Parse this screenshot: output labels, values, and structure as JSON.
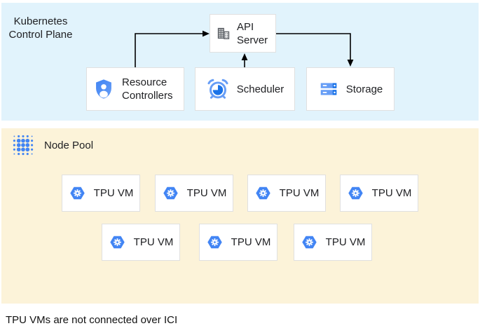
{
  "page": {
    "caption": "TPU VMs are not connected over ICI"
  },
  "colors": {
    "control_plane_background": "#e1f3fc",
    "node_pool_background": "#fcf3d9",
    "box_border": "#e0e0e0",
    "google_blue": "#4285f4",
    "google_blue_dark": "#1a73e8",
    "google_blue_light": "#669df6",
    "icon_gray": "#5f6368",
    "arrow": "#000000",
    "text": "#202124"
  },
  "control_plane": {
    "label": "Kubernetes Control Plane",
    "boxes": [
      {
        "id": "api-server",
        "label": "API Server",
        "icon": "building-icon"
      },
      {
        "id": "resource-controllers",
        "label": "Resource Controllers",
        "icon": "shield-user-icon"
      },
      {
        "id": "scheduler",
        "label": "Scheduler",
        "icon": "alarm-clock-icon"
      },
      {
        "id": "storage",
        "label": "Storage",
        "icon": "server-stack-icon"
      }
    ],
    "edges": [
      {
        "from": "resource-controllers",
        "to": "api-server"
      },
      {
        "from": "scheduler",
        "to": "api-server"
      },
      {
        "from": "api-server",
        "to": "storage"
      }
    ]
  },
  "node_pool": {
    "label": "Node Pool",
    "icon": "dot-cluster-icon",
    "tpu_vms": [
      {
        "label": "TPU VM"
      },
      {
        "label": "TPU VM"
      },
      {
        "label": "TPU VM"
      },
      {
        "label": "TPU VM"
      },
      {
        "label": "TPU VM"
      },
      {
        "label": "TPU VM"
      },
      {
        "label": "TPU VM"
      }
    ]
  }
}
